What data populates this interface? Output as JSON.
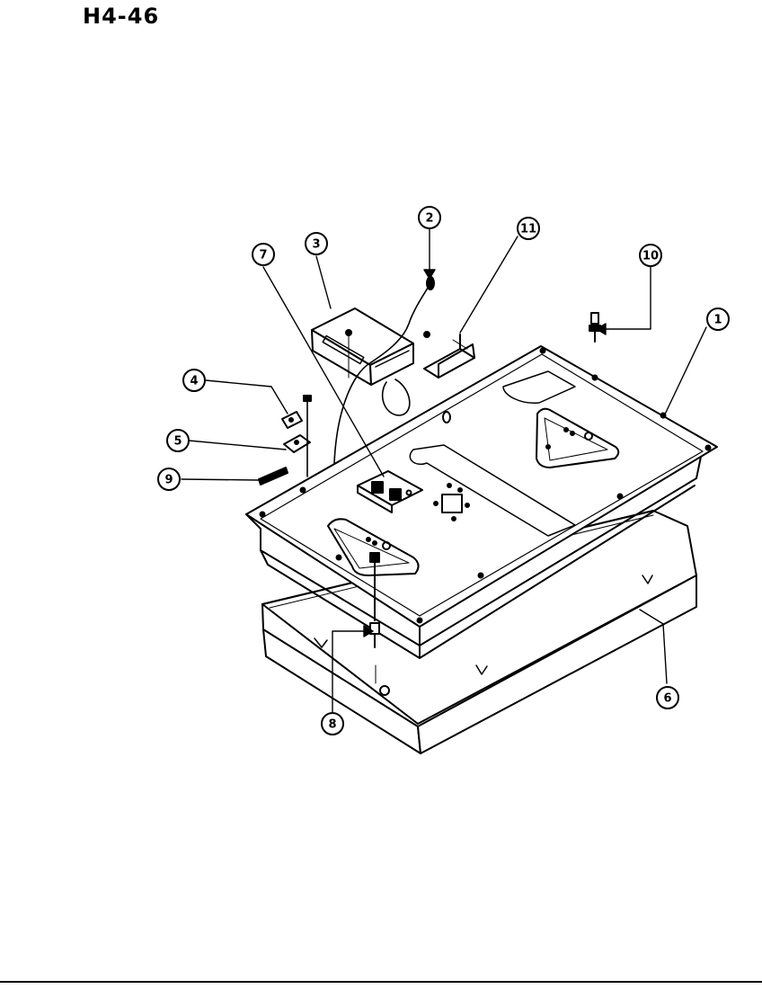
{
  "page": {
    "code": "H4-46"
  },
  "callouts": [
    {
      "id": "callout-1",
      "number": "1"
    },
    {
      "id": "callout-2",
      "number": "2"
    },
    {
      "id": "callout-3",
      "number": "3"
    },
    {
      "id": "callout-4",
      "number": "4"
    },
    {
      "id": "callout-5",
      "number": "5"
    },
    {
      "id": "callout-6",
      "number": "6"
    },
    {
      "id": "callout-7",
      "number": "7"
    },
    {
      "id": "callout-8",
      "number": "8"
    },
    {
      "id": "callout-9",
      "number": "9"
    },
    {
      "id": "callout-10",
      "number": "10"
    },
    {
      "id": "callout-11",
      "number": "11"
    }
  ]
}
